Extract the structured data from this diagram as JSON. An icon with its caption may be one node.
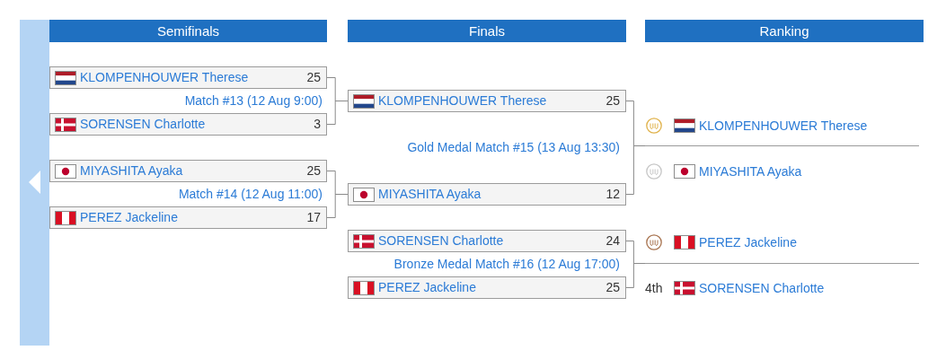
{
  "diagram": {
    "nodes": [
      {
        "text": [
          "Semifinals"
        ]
      },
      {
        "text": [
          "Finals"
        ]
      },
      {
        "text": [
          "Ranking"
        ]
      },
      {
        "text": [
          "KLOMPENHOUWER Therese",
          "25"
        ]
      },
      {
        "text": [
          "SORENSEN Charlotte",
          "3"
        ]
      },
      {
        "text": [
          "MIYASHITA Ayaka",
          "25"
        ]
      },
      {
        "text": [
          "PEREZ Jackeline",
          "17"
        ]
      },
      {
        "text": [
          "KLOMPENHOUWER Therese",
          "25"
        ]
      },
      {
        "text": [
          "MIYASHITA Ayaka",
          "12"
        ]
      },
      {
        "text": [
          "SORENSEN Charlotte",
          "24"
        ]
      },
      {
        "text": [
          "PEREZ Jackeline",
          "25"
        ]
      },
      {
        "text": [
          "KLOMPENHOUWER Therese"
        ]
      },
      {
        "text": [
          "MIYASHITA Ayaka"
        ]
      },
      {
        "text": [
          "PEREZ Jackeline"
        ]
      },
      {
        "text": [
          "4th",
          "SORENSEN Charlotte"
        ]
      }
    ],
    "edges": [
      {
        "from": 3,
        "to": 7,
        "arrow": "none"
      },
      {
        "from": 4,
        "to": 7,
        "arrow": "none"
      },
      {
        "from": 5,
        "to": 8,
        "arrow": "none"
      },
      {
        "from": 6,
        "to": 8,
        "arrow": "none"
      },
      {
        "from": 7,
        "to": 11,
        "arrow": "none"
      },
      {
        "from": 8,
        "to": 11,
        "arrow": "none"
      },
      {
        "from": 9,
        "to": 13,
        "arrow": "none"
      },
      {
        "from": 10,
        "to": 13,
        "arrow": "none"
      }
    ],
    "labels": [
      "Match #13 (12 Aug 9:00)",
      "Match #14 (12 Aug 11:00)",
      "Gold Medal Match #15 (13 Aug 13:30)",
      "Bronze Medal Match #16 (12 Aug 17:00)"
    ]
  }
}
